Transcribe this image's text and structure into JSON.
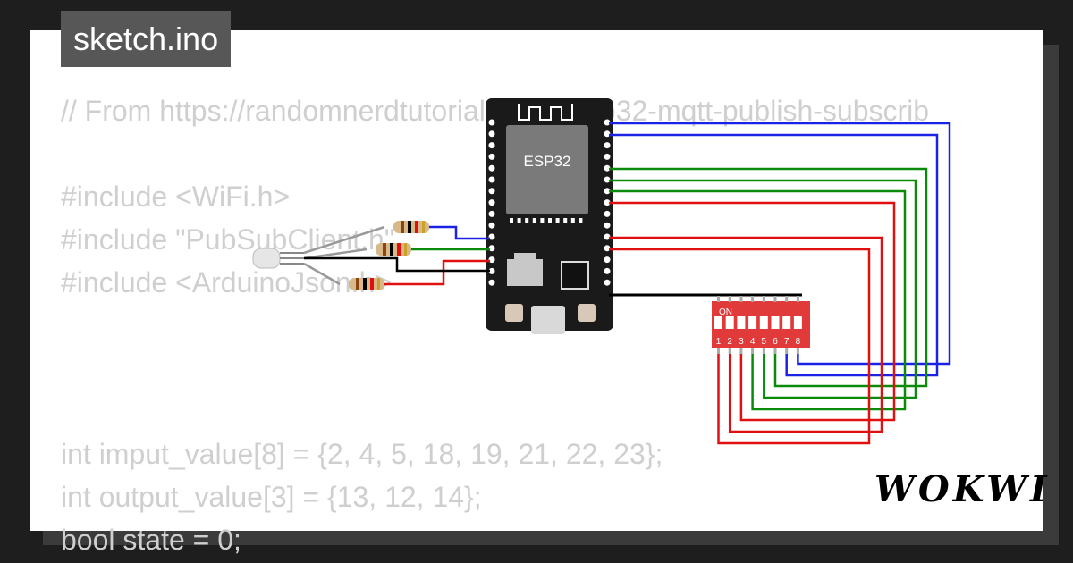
{
  "title": "sketch.ino",
  "code_lines": [
    "// From https://randomnerdtutorials.com/esp32-mqtt-publish-subscrib",
    "",
    "#include <WiFi.h>",
    "#include \"PubSubClient.h\"",
    "#include <ArduinoJson.h>",
    "",
    "",
    "",
    "int imput_value[8] = {2, 4, 5, 18, 19, 21, 22, 23};",
    "int output_value[3] = {13, 12, 14};",
    "bool state = 0;"
  ],
  "chip_label": "ESP32",
  "dip_switch": {
    "on_label": "ON",
    "numbers": [
      "1",
      "2",
      "3",
      "4",
      "5",
      "6",
      "7",
      "8"
    ]
  },
  "brand": "WOKWI",
  "colors": {
    "blue": "#1a22e6",
    "green": "#0a8a0a",
    "red": "#e01010",
    "black": "#000000"
  }
}
